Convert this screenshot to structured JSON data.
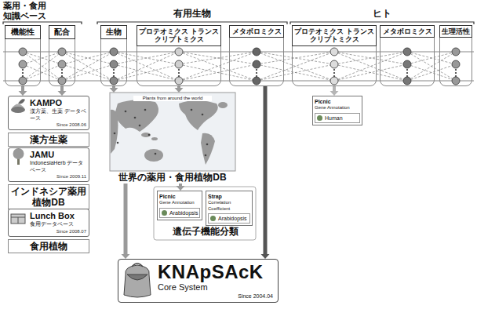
{
  "diagram": {
    "nodes": [
      {
        "text": [
          "機能性"
        ]
      },
      {
        "text": [
          "配合"
        ]
      },
      {
        "text": [
          "生物"
        ]
      },
      {
        "text": [
          "プロテオミクス トランスクリプトミクス"
        ]
      },
      {
        "text": [
          "メタボロミクス"
        ]
      },
      {
        "text": [
          "プロテオミクス トランスクリプトミクス"
        ]
      },
      {
        "text": [
          "メタボロミクス"
        ]
      },
      {
        "text": [
          "生理活性"
        ]
      },
      {
        "text": [
          "KAMPO",
          "漢方薬、生薬 データベース",
          "Since 2008.06",
          "漢方生薬"
        ]
      },
      {
        "text": [
          "JAMU",
          "IndonesiaHerb データベース",
          "Since 2009.11",
          "インドネシア薬用植物DB"
        ]
      },
      {
        "text": [
          "Lunch Box",
          "食用データベース",
          "Since 2008.07",
          "食用植物"
        ]
      },
      {
        "text": [
          "世界の薬用・食用植物DB"
        ]
      },
      {
        "text": [
          "Picnic",
          "Gene Annotation",
          "Arabidopsis"
        ]
      },
      {
        "text": [
          "Strap",
          "Correlation Coefficient",
          "Arabidopsis"
        ]
      },
      {
        "text": [
          "KNApSAcK",
          "Core System",
          "Since 2004.04"
        ]
      },
      {
        "text": [
          "Picnic",
          "Gene Annotation",
          "Human"
        ]
      }
    ],
    "edges": [
      {
        "from": 0,
        "to": 8,
        "arrow": "to"
      },
      {
        "from": 1,
        "to": 8,
        "arrow": "to"
      },
      {
        "from": 2,
        "to": 11,
        "arrow": "to"
      },
      {
        "from": 3,
        "to": 11,
        "arrow": "to"
      },
      {
        "from": 11,
        "to": 12,
        "arrow": "to"
      },
      {
        "from": 11,
        "to": 14,
        "arrow": "to"
      },
      {
        "from": 4,
        "to": 14,
        "arrow": "to"
      },
      {
        "from": 5,
        "to": 15,
        "arrow": "to"
      }
    ],
    "labels": [
      "薬用・食用 知識ベース",
      "有用生物",
      "ヒト",
      "Plants from around the world",
      "遺伝子機能分類"
    ]
  }
}
